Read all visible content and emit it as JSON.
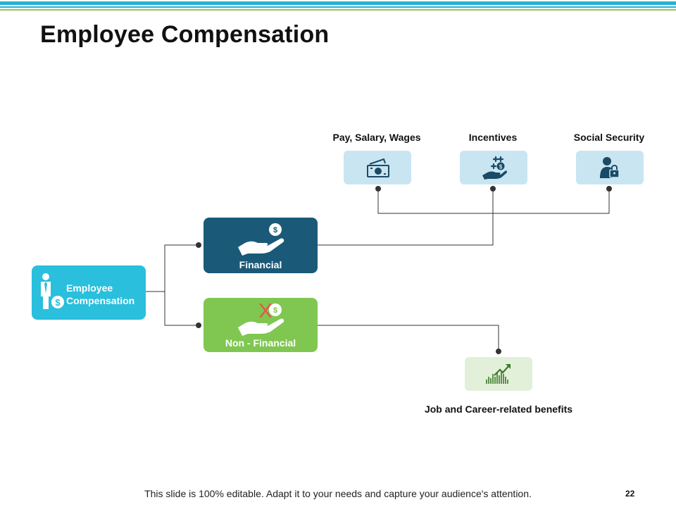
{
  "slide": {
    "title": "Employee Compensation",
    "footer": "This slide is 100% editable. Adapt it to your needs and capture your audience's attention.",
    "page_number": "22"
  },
  "diagram": {
    "root": {
      "label_line1": "Employee",
      "label_line2": "Compensation",
      "color": "#29bfdd"
    },
    "financial": {
      "label": "Financial",
      "color": "#1a5a78"
    },
    "non_financial": {
      "label": "Non - Financial",
      "color": "#80c751"
    },
    "financial_children": [
      {
        "label": "Pay, Salary, Wages",
        "icon": "money-icon"
      },
      {
        "label": "Incentives",
        "icon": "incentive-hand-icon"
      },
      {
        "label": "Social Security",
        "icon": "security-person-icon"
      }
    ],
    "non_financial_children": [
      {
        "label": "Job and Career-related benefits",
        "icon": "growth-chart-icon"
      }
    ],
    "child_box_color": "#c9e5f2",
    "nonfin_child_box_color": "#e2f0d9"
  }
}
